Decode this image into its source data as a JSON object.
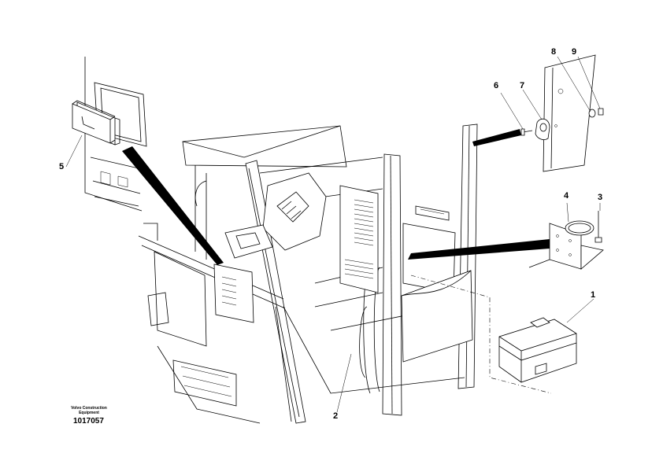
{
  "callouts": [
    {
      "id": "1",
      "label": "1"
    },
    {
      "id": "2",
      "label": "2"
    },
    {
      "id": "3",
      "label": "3"
    },
    {
      "id": "4",
      "label": "4"
    },
    {
      "id": "5",
      "label": "5"
    },
    {
      "id": "6",
      "label": "6"
    },
    {
      "id": "7",
      "label": "7"
    },
    {
      "id": "8",
      "label": "8"
    },
    {
      "id": "9",
      "label": "9"
    }
  ],
  "brand": {
    "line1": "Volvo Construction",
    "line2": "Equipment"
  },
  "document_number": "1017057"
}
